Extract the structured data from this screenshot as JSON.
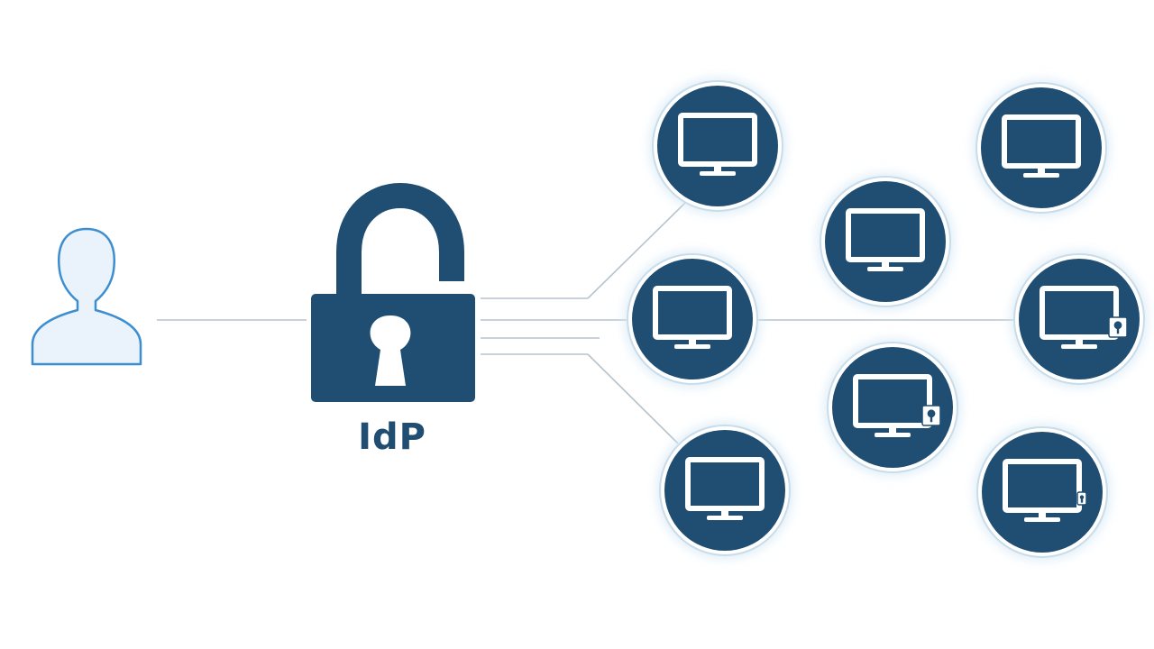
{
  "idp": {
    "label": "IdP"
  },
  "colors": {
    "primary": "#1f4e72",
    "line": "#b7c4cd",
    "user_outline": "#3d8ed0",
    "user_fill": "#eaf3fb",
    "ring": "#c9dce9",
    "glow": "#d6e9f7",
    "screen": "#ffffff"
  },
  "icons": {
    "user": "user-icon",
    "lock": "padlock-icon",
    "device": "monitor-icon"
  },
  "devices": [
    {
      "id": "device-1",
      "badge": "none"
    },
    {
      "id": "device-2",
      "badge": "none"
    },
    {
      "id": "device-3",
      "badge": "none"
    },
    {
      "id": "device-4",
      "badge": "none"
    },
    {
      "id": "device-5",
      "badge": "none"
    },
    {
      "id": "device-6",
      "badge": "none"
    },
    {
      "id": "device-7",
      "badge": "key"
    },
    {
      "id": "device-8",
      "badge": "key"
    },
    {
      "id": "device-9",
      "badge": "key-small"
    }
  ]
}
